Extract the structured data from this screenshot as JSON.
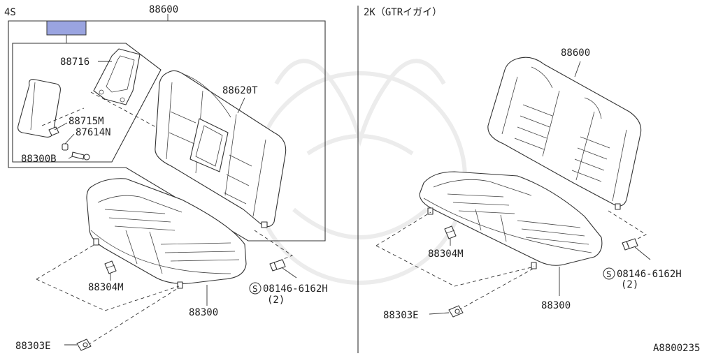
{
  "panels": {
    "left": {
      "variant": "4S"
    },
    "right": {
      "variant": "2K（GTRイガイ）"
    }
  },
  "labels": {
    "left": {
      "backrest_assy": "88600",
      "armrest_cover": "88716",
      "backrest": "88620T",
      "bracket": "88715M",
      "clip": "87614N",
      "armrest_bolt": "88300B",
      "cushion_clip": "88304M",
      "cushion": "88300",
      "hook": "88303E",
      "bolt": "08146-6162H",
      "bolt_qty": "(2)"
    },
    "right": {
      "backrest_assy": "88600",
      "cushion_clip": "88304M",
      "cushion": "88300",
      "hook": "88303E",
      "bolt": "08146-6162H",
      "bolt_qty": "(2)"
    }
  },
  "bolt_symbol": "S",
  "diagram_id": "A8800235",
  "highlight_color": "#9aa4e0"
}
